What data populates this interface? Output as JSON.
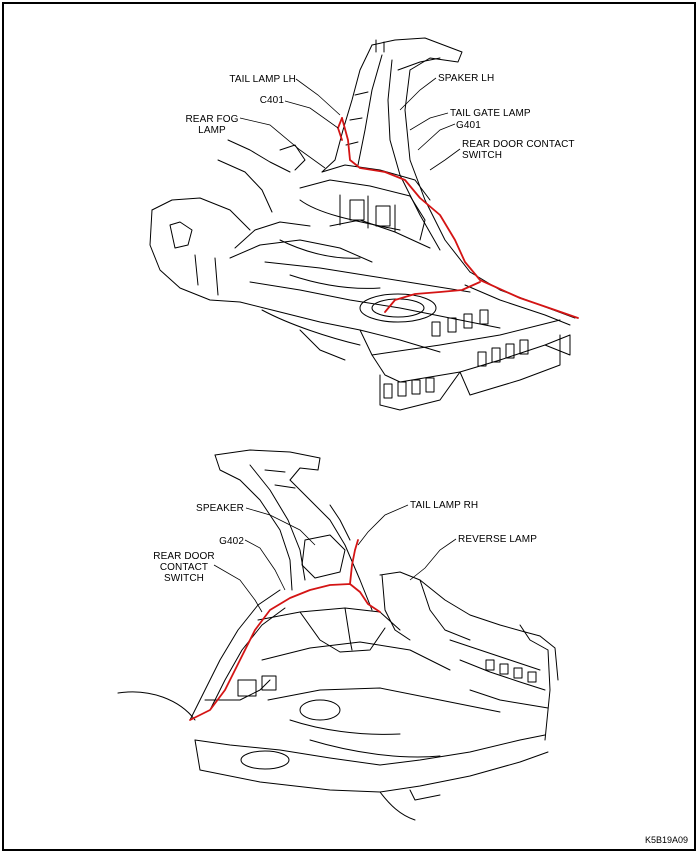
{
  "colors": {
    "harness": "#d41414",
    "line": "#000000",
    "background": "#ffffff"
  },
  "top_view": {
    "labels": {
      "tail_lamp_lh": "TAIL LAMP LH",
      "c401": "C401",
      "rear_fog_lamp_line1": "REAR FOG",
      "rear_fog_lamp_line2": "LAMP",
      "speaker_lh": "SPAKER LH",
      "tail_gate_lamp": "TAIL GATE LAMP",
      "g401": "G401",
      "rear_door_contact_switch_line1": "REAR DOOR CONTACT",
      "rear_door_contact_switch_line2": "SWITCH"
    }
  },
  "bottom_view": {
    "labels": {
      "speaker": "SPEAKER",
      "g402": "G402",
      "rear_door_contact_switch_line1": "REAR DOOR",
      "rear_door_contact_switch_line2": "CONTACT",
      "rear_door_contact_switch_line3": "SWITCH",
      "tail_lamp_rh": "TAIL LAMP RH",
      "reverse_lamp": "REVERSE LAMP"
    }
  },
  "figure_ref": "K5B19A09"
}
